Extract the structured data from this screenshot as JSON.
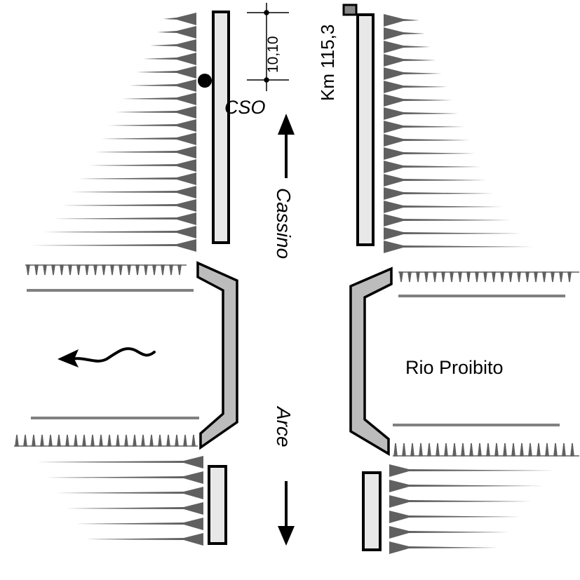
{
  "labels": {
    "km_marker": "Km 115,3",
    "dimension": "10,10",
    "cso": "CSO",
    "direction_north": "Cassino",
    "direction_south": "Arce",
    "river": "Rio Proibito"
  },
  "colors": {
    "stroke": "#000000",
    "barrier_fill": "#e8e8e8",
    "bridge_fill": "#bcbcbc",
    "slope": "#606060",
    "bank_line": "#808080",
    "marker_fill": "#888888"
  }
}
